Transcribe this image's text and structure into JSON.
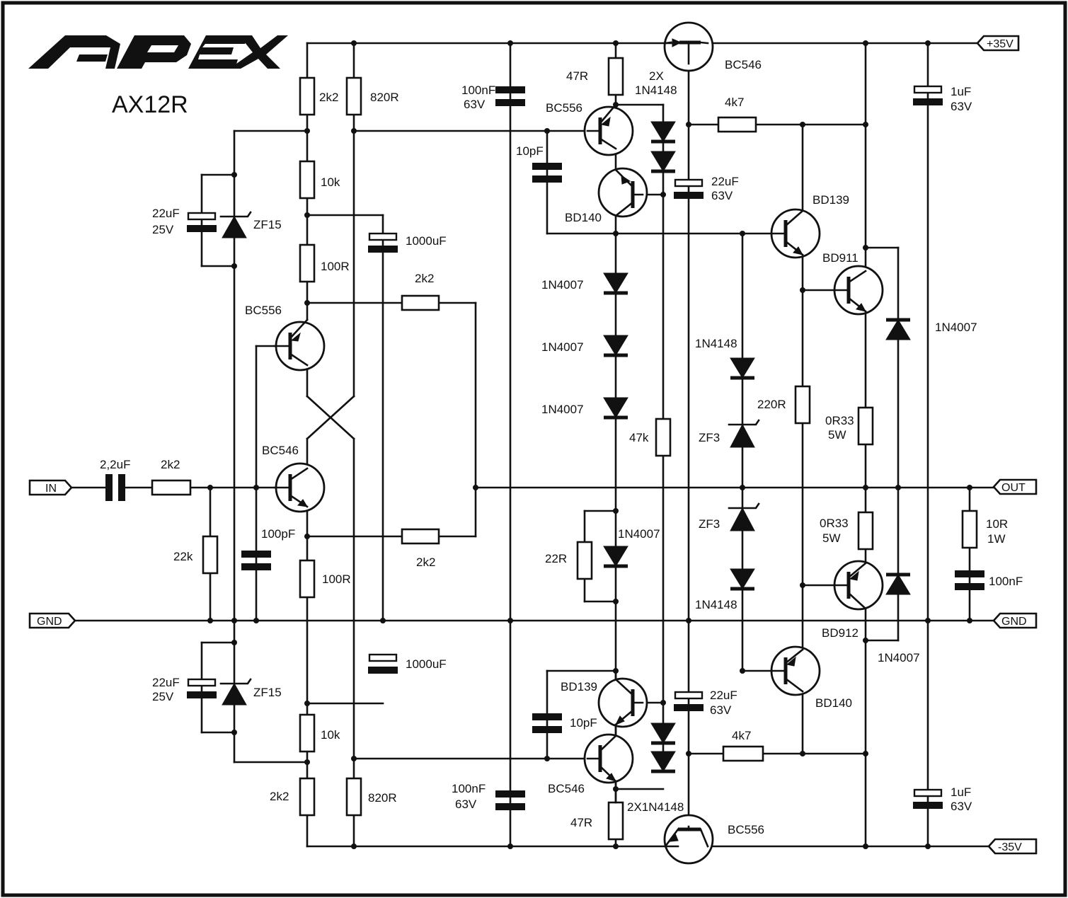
{
  "header": {
    "logo": "APEX",
    "model": "AX12R"
  },
  "ports": {
    "input": "IN",
    "gnd_left": "GND",
    "supply_pos": "+35V",
    "output": "OUT",
    "gnd_right": "GND",
    "supply_neg": "-35V"
  },
  "input_stage": {
    "in_cap": "2,2uF",
    "in_res": "2k2",
    "bias_res": "22k",
    "comp_cap": "100pF",
    "top_res_a": "2k2",
    "top_res_b": "820R",
    "top_res_c": "10k",
    "top_res_d": "100R",
    "top_zcap_value": "22uF",
    "top_zcap_volt": "25V",
    "top_zener": "ZF15",
    "top_bulk": "1000uF",
    "q_top": "BC556",
    "q_bottom": "BC546",
    "fb_top": "2k2",
    "fb_bottom": "2k2",
    "bot_res_d": "100R",
    "bot_bulk": "1000uF",
    "bot_zcap_value": "22uF",
    "bot_zcap_volt": "25V",
    "bot_zener": "ZF15",
    "bot_res_c": "10k",
    "bot_res_a": "2k2",
    "bot_res_b": "820R"
  },
  "vas_pos": {
    "decoup_value": "100nF",
    "decoup_volt": "63V",
    "r47": "47R",
    "q_bc556": "BC556",
    "diode_pair_a": "2X",
    "diode_pair_b": "1N4148",
    "miller": "10pF",
    "q_bd140": "BD140",
    "q_top_bc546": "BC546",
    "r4k7": "4k7",
    "cap22_value": "22uF",
    "cap22_volt": "63V"
  },
  "bias": {
    "d1": "1N4007",
    "d2": "1N4007",
    "d3": "1N4007",
    "r47k": "47k",
    "d_n": "1N4007",
    "r22": "22R",
    "d1n4148_top": "1N4148",
    "zf3_top": "ZF3",
    "zf3_bot": "ZF3",
    "d1n4148_bot": "1N4148"
  },
  "output_stage": {
    "q_bd139_top": "BD139",
    "q_bd911": "BD911",
    "r220": "220R",
    "re_top_value": "0R33",
    "re_top_watt": "5W",
    "re_bot_value": "0R33",
    "re_bot_watt": "5W",
    "q_bd912": "BD912",
    "q_bd140_bot": "BD140",
    "fly_top": "1N4007",
    "fly_bot": "1N4007",
    "rail_cap_top_value": "1uF",
    "rail_cap_top_volt": "63V",
    "zobel_r_value": "10R",
    "zobel_r_watt": "1W",
    "zobel_c": "100nF",
    "rail_cap_bot_value": "1uF",
    "rail_cap_bot_volt": "63V"
  },
  "vas_neg": {
    "q_bd139": "BD139",
    "miller": "10pF",
    "q_bc546": "BC546",
    "r47": "47R",
    "diode_pair": "2X1N4148",
    "decoup_value": "100nF",
    "decoup_volt": "63V",
    "cap22_value": "22uF",
    "cap22_volt": "63V",
    "r4k7": "4k7",
    "q_bottom_bc556": "BC556"
  }
}
